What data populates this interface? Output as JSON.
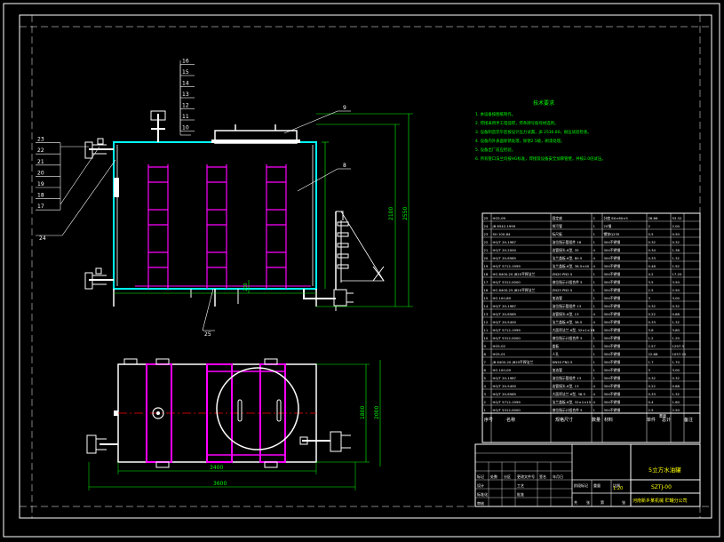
{
  "drawing": {
    "title": "5立方水油罐",
    "drawing_number": "SZTJ-00",
    "company": "河南新乡某机械 贮罐分公司",
    "scale": "1:20",
    "sheet": "1",
    "side_balloons": [
      "23",
      "22",
      "21",
      "20",
      "19",
      "18",
      "17"
    ],
    "top_balloons": [
      "16",
      "15",
      "14",
      "13",
      "12",
      "11",
      "10"
    ],
    "callouts": {
      "manhole": "9",
      "body": "8",
      "left_pipe": "24",
      "bottom": "25"
    },
    "dimensions": {
      "height_main": "2100",
      "height_overall": "2550",
      "length_main": "3400",
      "length_overall": "3600",
      "width_main": "1800",
      "width_overall": "2000",
      "leg": "200"
    }
  },
  "tech_notes": {
    "title": "技术要求",
    "items": [
      "1. 本设备按图纸制作。",
      "2. 焊接采用手工电弧焊，焊条牌号按母材选用。",
      "3. 设备制造完毕后按设计压力试漏，JB 2536-80，耐压试验检查。",
      "4. 设备内外表面除锈处理，除锈2.5级，刷漆处理。",
      "5. 设备出厂前应检验。",
      "6. 所有管口法兰均按HG标准，焊接及设备安全加厚管壁，并按2.0倍试压。"
    ]
  },
  "bom": {
    "header": [
      "序号",
      "名称",
      "规格尺寸",
      "数量",
      "材料",
      "单件",
      "总计",
      "备注"
    ],
    "weight_header": "重量",
    "rows": [
      [
        "25",
        "HG5-09",
        "固定座",
        "2",
        "分度 60×60×5",
        "26.66",
        "53.32"
      ],
      [
        "24",
        "JB 8542-1999",
        "排污管",
        "1",
        "20钢",
        "2",
        "2.00"
      ],
      [
        "23",
        "SH 100-84",
        "标尺板",
        "1",
        "镀锌Q235",
        "0.5",
        "0.50"
      ],
      [
        "22",
        "HG/T 20-1987",
        "油位指示管组件 16",
        "1",
        "304不锈钢",
        "0.32",
        "0.32"
      ],
      [
        "21",
        "HG/T 20-2000",
        "连管接头-6型, 35",
        "4",
        "304不锈钢",
        "0.34",
        "1.36"
      ],
      [
        "20",
        "HG/T 20-6585",
        "法兰盖板-6型, 80.5",
        "4",
        "304不锈钢",
        "0.33",
        "1.32"
      ],
      [
        "19",
        "HG/T 5712-1999",
        "法兰盖板-6型, 38.5×40",
        "4",
        "304不锈钢",
        "0.48",
        "1.92"
      ],
      [
        "18",
        "HG 8400-20 JB20平焊法兰",
        "ZN20 PN2.5",
        "1",
        "304不锈钢",
        "4.2",
        "17.20"
      ],
      [
        "17",
        "HG/T 5312-0000",
        "液位指示计组合件 5",
        "1",
        "304不锈钢",
        "3.5",
        "3.50"
      ],
      [
        "16",
        "HG 8400-25 JB20平焊法兰",
        "ZN25 PN2.5",
        "1",
        "304不锈钢",
        "2.5",
        "2.50"
      ],
      [
        "15",
        "HG 100-89",
        "加油管",
        "1",
        "304不锈钢",
        "3",
        "3.00"
      ],
      [
        "14",
        "HG/T 20-1987",
        "油位指示管组件 13",
        "1",
        "304不锈钢",
        "0.32",
        "0.32"
      ],
      [
        "13",
        "HG/T 20-6585",
        "连管接头-6型, 13",
        "4",
        "304不锈钢",
        "0.22",
        "0.88"
      ],
      [
        "12",
        "HG/T 20-5400",
        "法兰盖板-6型, 38.5",
        "4",
        "304不锈钢",
        "0.33",
        "1.32"
      ],
      [
        "11",
        "HG/T 5712-1999",
        "大面积法兰-6型, 32×1×15",
        "1",
        "304不锈钢",
        "3.8",
        "3.80"
      ],
      [
        "10",
        "HG/T 5312-0000",
        "液位指示计组合件 5",
        "1",
        "304不锈钢",
        "1.2",
        "1.20"
      ],
      [
        "9",
        "HG5-02",
        "盖板",
        "1",
        "304不锈钢",
        "2.57",
        "1297.3"
      ],
      [
        "8",
        "HG5-01",
        "人孔",
        "1",
        "304不锈钢",
        "22.88",
        "1057.20"
      ],
      [
        "7",
        "JB 8400-20 JB20平焊法兰",
        "DN50 PN2.5",
        "1",
        "304不锈钢",
        "1.7",
        "1.70"
      ],
      [
        "6",
        "HG 100-09",
        "加油管",
        "1",
        "304不锈钢",
        "3",
        "3.00"
      ],
      [
        "5",
        "HG/T 20-1987",
        "油位指示管组件 13",
        "1",
        "304不锈钢",
        "0.32",
        "0.32"
      ],
      [
        "4",
        "HG/T 20-5400",
        "连管接头-6型, 13",
        "4",
        "304不锈钢",
        "0.22",
        "0.88"
      ],
      [
        "3",
        "HG/T 20-6585",
        "大面积法兰-6型, 38.5",
        "4",
        "304不锈钢",
        "0.33",
        "1.32"
      ],
      [
        "2",
        "HG/T 5712-1999",
        "法兰盖板-6型, 32×1×15",
        "4",
        "304不锈钢",
        "0.4",
        "1.60"
      ],
      [
        "1",
        "HG/T 5312-0000",
        "液位指示计组合件 5",
        "1",
        "304不锈钢",
        "2.5",
        "2.50"
      ]
    ]
  },
  "title_block": {
    "labels": [
      "标记",
      "处数",
      "分区",
      "更改文件号",
      "签名",
      "年月日",
      "设计",
      "标准化",
      "审核",
      "工艺",
      "批准",
      "阶段标记",
      "重量",
      "比例",
      "共",
      "张",
      "第",
      "张"
    ]
  },
  "colors": {
    "background": "#000000",
    "outline": "#ffffff",
    "shell": "#00ffff",
    "stiffener": "#ff00ff",
    "pipe": "#ffffff",
    "centerline": "#ff0000",
    "dimension": "#00ff00",
    "tech_text": "#00ff00",
    "title_text": "#ffff00"
  }
}
